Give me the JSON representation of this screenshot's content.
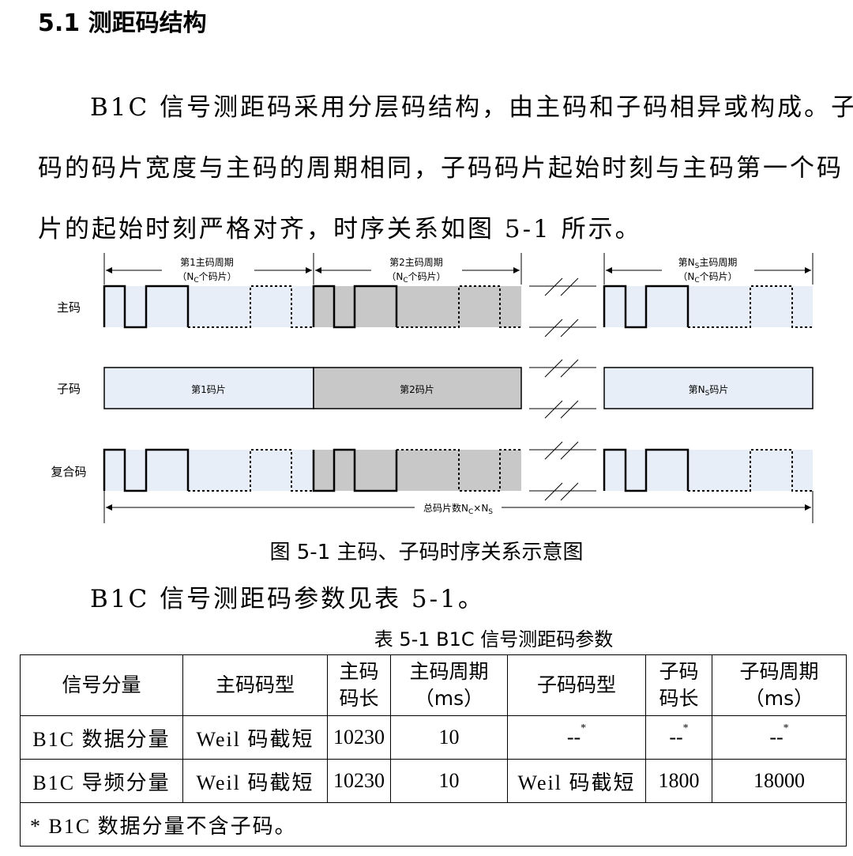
{
  "section": {
    "title": "5.1 测距码结构"
  },
  "paragraph1": {
    "line1": "B1C 信号测距码采用分层码结构，由主码和子码相异或构成。子",
    "line2": "码的码片宽度与主码的周期相同，子码码片起始时刻与主码第一个码",
    "line3": "片的起始时刻严格对齐，时序关系如图 5-1 所示。"
  },
  "figure": {
    "caption": "图 5-1  主码、子码时序关系示意图",
    "row_labels": {
      "primary": "主码",
      "secondary": "子码",
      "composite": "复合码"
    },
    "periods": [
      {
        "line1": "第1主码周期",
        "line2_pre": "（N",
        "line2_sub": "C",
        "line2_post": "个码片）"
      },
      {
        "line1": "第2主码周期",
        "line2_pre": "（N",
        "line2_sub": "C",
        "line2_post": "个码片）"
      },
      {
        "line1_pre": "第N",
        "line1_sub": "S",
        "line1_post": "主码周期",
        "line2_pre": "（N",
        "line2_sub": "C",
        "line2_post": "个码片）"
      }
    ],
    "secondary_chips": [
      {
        "pre": "第1码片",
        "sub": "",
        "post": ""
      },
      {
        "pre": "第2码片",
        "sub": "",
        "post": ""
      },
      {
        "pre": "第N",
        "sub": "S",
        "post": "码片"
      }
    ],
    "total": {
      "pre": "总码片数N",
      "sub1": "C",
      "mid": "×N",
      "sub2": "S"
    },
    "colors": {
      "light": "#e8eef8",
      "gray": "#c8c8c8",
      "line": "#000000"
    }
  },
  "paragraph2": {
    "text": "B1C 信号测距码参数见表 5-1。"
  },
  "table": {
    "caption": "表 5-1 B1C 信号测距码参数",
    "headers": [
      {
        "l1": "信号分量",
        "l2": ""
      },
      {
        "l1": "主码码型",
        "l2": ""
      },
      {
        "l1": "主码",
        "l2": "码长"
      },
      {
        "l1": "主码周期",
        "l2": "（ms）"
      },
      {
        "l1": "子码码型",
        "l2": ""
      },
      {
        "l1": "子码",
        "l2": "码长"
      },
      {
        "l1": "子码周期",
        "l2": "（ms）"
      }
    ],
    "rows": [
      [
        "B1C 数据分量",
        "Weil 码截短",
        "10230",
        "10",
        "--",
        "--",
        "--"
      ],
      [
        "B1C 导频分量",
        "Weil 码截短",
        "10230",
        "10",
        "Weil 码截短",
        "1800",
        "18000"
      ]
    ],
    "footnote_mark": "*",
    "note": "* B1C 数据分量不含子码。"
  }
}
